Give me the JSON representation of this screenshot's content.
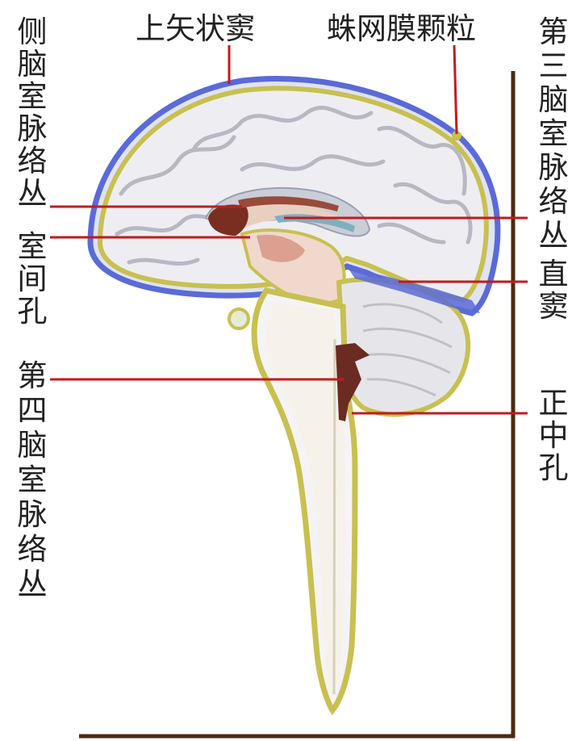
{
  "labels": {
    "superior_sagittal_sinus": "上矢状窦",
    "arachnoid_granulations": "蛛网膜颗粒",
    "lateral_ventricle_choroid_plexus": "侧脑室脉络丛",
    "third_ventricle_choroid_plexus": "第三脑室脉络丛",
    "interventricular_foramen": "室间孔",
    "straight_sinus": "直窦",
    "fourth_ventricle_choroid_plexus": "第四脑室脉络丛",
    "median_aperture": "正中孔"
  },
  "colors": {
    "leader_line": "#c41a1a",
    "frame": "#4a2a10",
    "dura_sinus": "#5a6ad8",
    "csf_space": "#c8c050",
    "brain_tissue": "#e6e6ea",
    "choroid_plexus": "#7a2e22"
  }
}
